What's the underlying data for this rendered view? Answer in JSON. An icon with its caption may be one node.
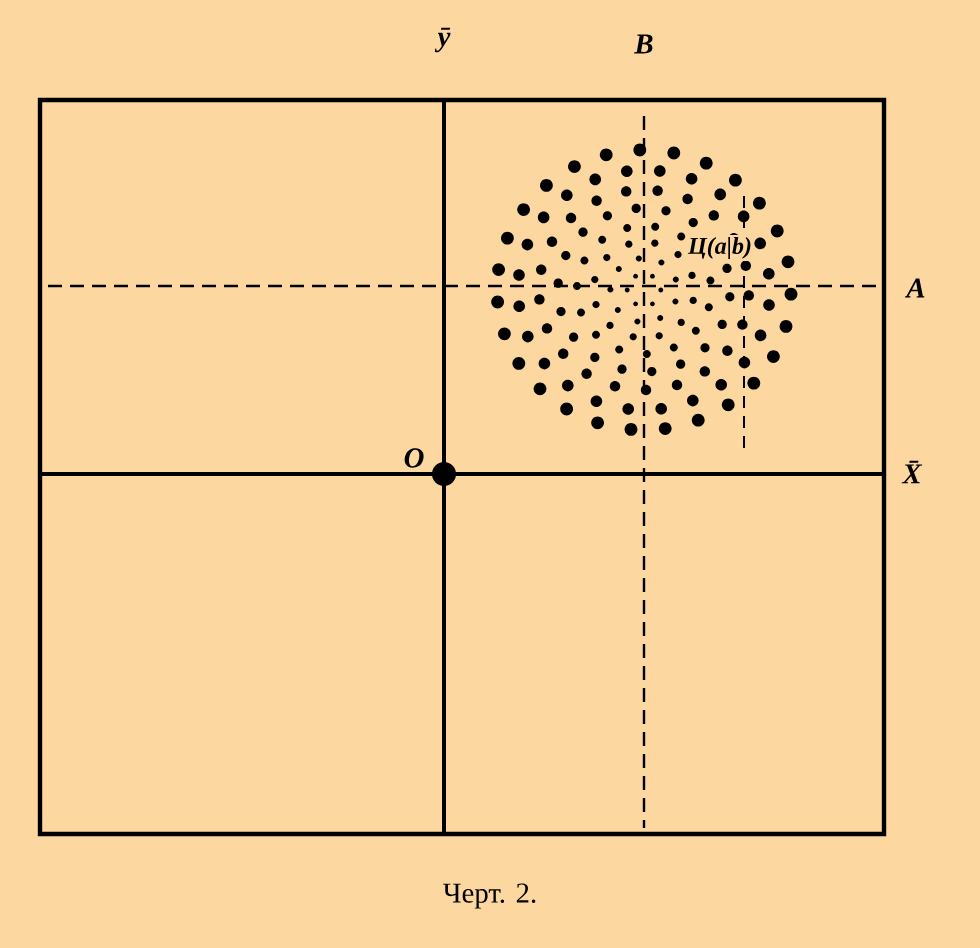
{
  "diagram": {
    "caption": "Черт. 2.",
    "labels": [
      "ȳ",
      "B",
      "Ц(a|b)",
      "A",
      "O",
      "X̄"
    ]
  }
}
